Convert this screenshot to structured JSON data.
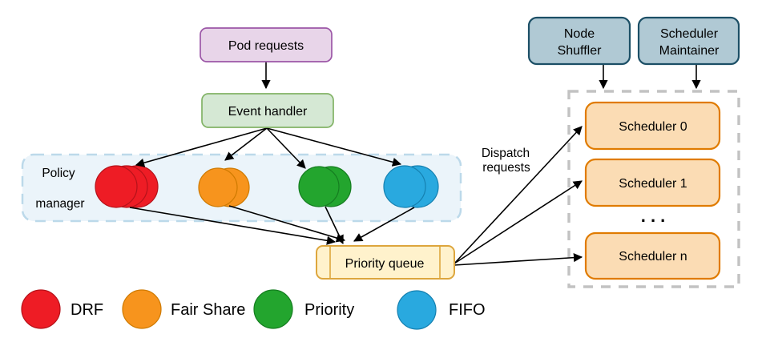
{
  "diagram": {
    "pod_requests": "Pod requests",
    "event_handler": "Event handler",
    "policy_manager_line1": "Policy",
    "policy_manager_line2": "manager",
    "priority_queue": "Priority queue",
    "dispatch_line1": "Dispatch",
    "dispatch_line2": "requests",
    "node_shuffler_line1": "Node",
    "node_shuffler_line2": "Shuffler",
    "scheduler_maintainer_line1": "Scheduler",
    "scheduler_maintainer_line2": "Maintainer",
    "scheduler_0": "Scheduler 0",
    "scheduler_1": "Scheduler 1",
    "scheduler_ellipsis": ". . .",
    "scheduler_n": "Scheduler n"
  },
  "legend": {
    "items": [
      {
        "label": "DRF"
      },
      {
        "label": "Fair Share"
      },
      {
        "label": "Priority"
      },
      {
        "label": "FIFO"
      }
    ]
  },
  "colors": {
    "pod": {
      "fill": "#e8d5e9",
      "stroke": "#9c57a7"
    },
    "event": {
      "fill": "#d5e8d4",
      "stroke": "#82b366"
    },
    "policy_box": {
      "fill": "#ebf4fa",
      "stroke": "#bcd9ea"
    },
    "queue": {
      "fill": "#fff2cc",
      "stroke": "#dda63d"
    },
    "control": {
      "fill": "#b0c9d4",
      "stroke": "#1c4f66"
    },
    "scheduler": {
      "fill": "#fbdcb4",
      "stroke": "#e07b00"
    },
    "container_stroke": "#c2c2c2",
    "drf": {
      "fill": "#ee1c25",
      "stroke": "#b5121a"
    },
    "fair_share": {
      "fill": "#f7941d",
      "stroke": "#cf7a00"
    },
    "priority": {
      "fill": "#23a52e",
      "stroke": "#157d20"
    },
    "fifo": {
      "fill": "#29a9df",
      "stroke": "#1580b0"
    },
    "arrow": "#000000"
  }
}
